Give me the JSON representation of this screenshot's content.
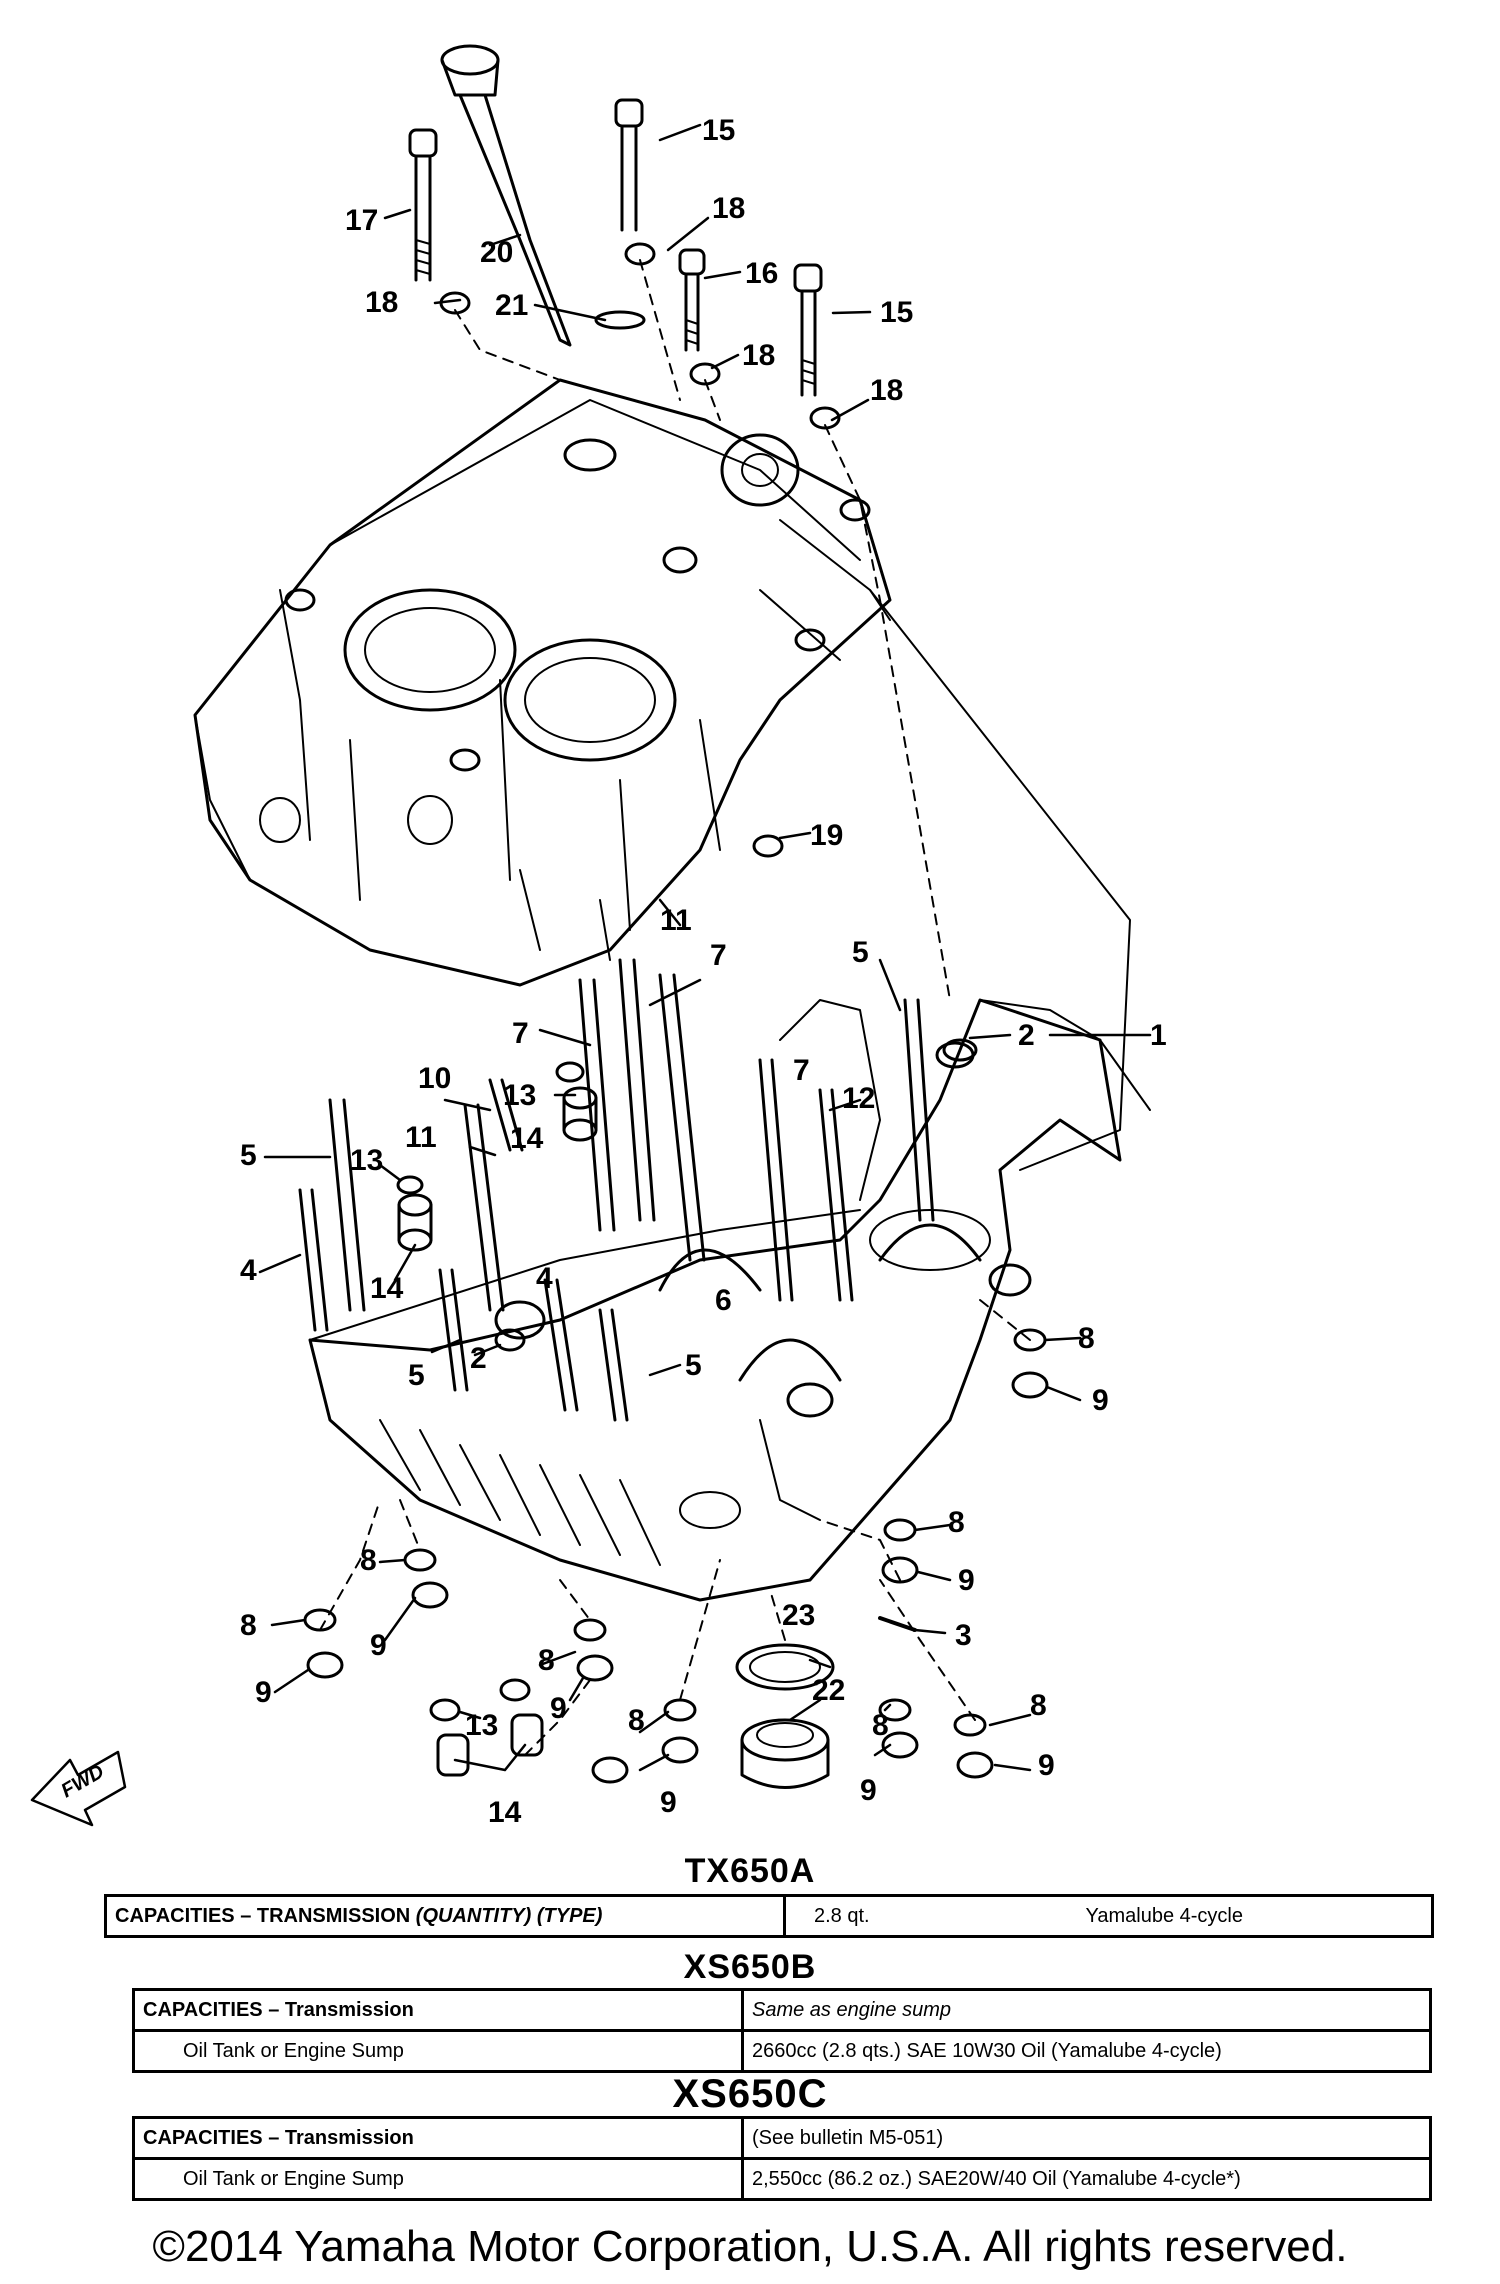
{
  "callouts": {
    "c1": "1",
    "c2": "2",
    "c2b": "2",
    "c3": "3",
    "c4": "4",
    "c4b": "4",
    "c5a": "5",
    "c5b": "5",
    "c5c": "5",
    "c5d": "5",
    "c6": "6",
    "c7a": "7",
    "c7b": "7",
    "c7c": "7",
    "c8a": "8",
    "c8b": "8",
    "c8c": "8",
    "c8d": "8",
    "c8e": "8",
    "c8f": "8",
    "c8g": "8",
    "c8h": "8",
    "c9a": "9",
    "c9b": "9",
    "c9c": "9",
    "c9d": "9",
    "c9e": "9",
    "c9f": "9",
    "c9g": "9",
    "c9h": "9",
    "c10": "10",
    "c11a": "11",
    "c11b": "11",
    "c12": "12",
    "c13a": "13",
    "c13b": "13",
    "c13c": "13",
    "c14a": "14",
    "c14b": "14",
    "c14c": "14",
    "c15a": "15",
    "c15b": "15",
    "c16": "16",
    "c17": "17",
    "c18a": "18",
    "c18b": "18",
    "c18c": "18",
    "c18d": "18",
    "c19": "19",
    "c20": "20",
    "c21": "21",
    "c22": "22",
    "c23": "23"
  },
  "fwd_label": "FWD",
  "tables": {
    "tx650a": {
      "title": "TX650A",
      "label": "CAPACITIES – TRANSMISSION",
      "label_italic": "(QUANTITY) (TYPE)",
      "qty": "2.8 qt.",
      "type": "Yamalube 4-cycle"
    },
    "xs650b": {
      "title": "XS650B",
      "row1_label": "CAPACITIES – Transmission",
      "row1_value": "Same as engine sump",
      "row2_label": "Oil Tank or Engine Sump",
      "row2_value": "2660cc (2.8 qts.) SAE 10W30 Oil (Yamalube 4-cycle)"
    },
    "xs650c": {
      "title": "XS650C",
      "row1_label": "CAPACITIES – Transmission",
      "row1_value": "(See bulletin M5-051)",
      "row2_label": "Oil Tank or Engine Sump",
      "row2_value": "2,550cc (86.2 oz.) SAE20W/40 Oil (Yamalube 4-cycle*)"
    }
  },
  "footer": "©2014 Yamaha Motor Corporation, U.S.A. All rights reserved."
}
